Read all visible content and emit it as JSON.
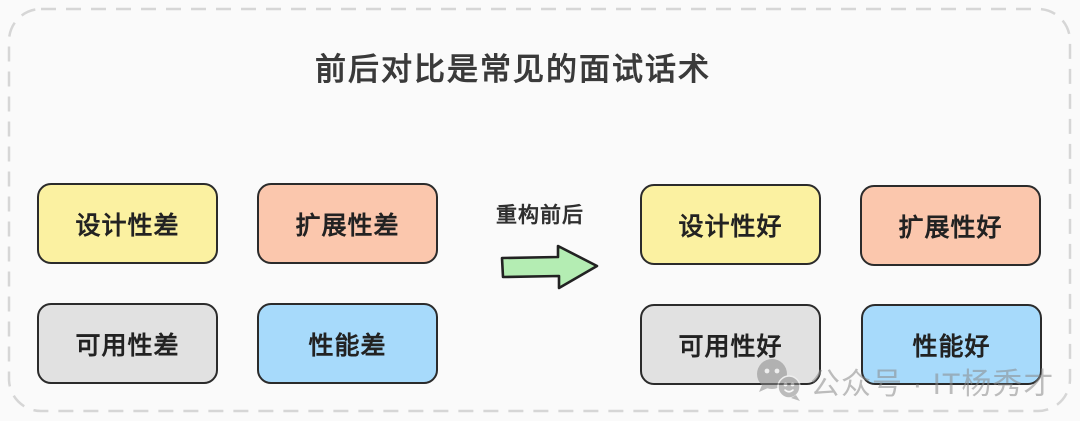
{
  "title": "前后对比是常见的面试话术",
  "before": {
    "boxes": [
      {
        "label": "设计性差",
        "color": "#FBF1A1"
      },
      {
        "label": "扩展性差",
        "color": "#FBC7AD"
      },
      {
        "label": "可用性差",
        "color": "#E1E1E1"
      },
      {
        "label": "性能差",
        "color": "#A7DAFB"
      }
    ]
  },
  "after": {
    "boxes": [
      {
        "label": "设计性好",
        "color": "#FBF1A1"
      },
      {
        "label": "扩展性好",
        "color": "#FBC7AD"
      },
      {
        "label": "可用性好",
        "color": "#E1E1E1"
      },
      {
        "label": "性能好",
        "color": "#A7DAFB"
      }
    ]
  },
  "transition": {
    "label": "重构前后",
    "arrow_color": "#B4EDB3"
  },
  "watermark": {
    "icon": "wechat-icon",
    "text": "公众号 · IT杨秀才"
  },
  "colors": {
    "background": "#FAFAFA",
    "dashed_border": "#D6D6D6",
    "box_border": "#2B2B2B",
    "title_text": "#3A3A3A"
  }
}
